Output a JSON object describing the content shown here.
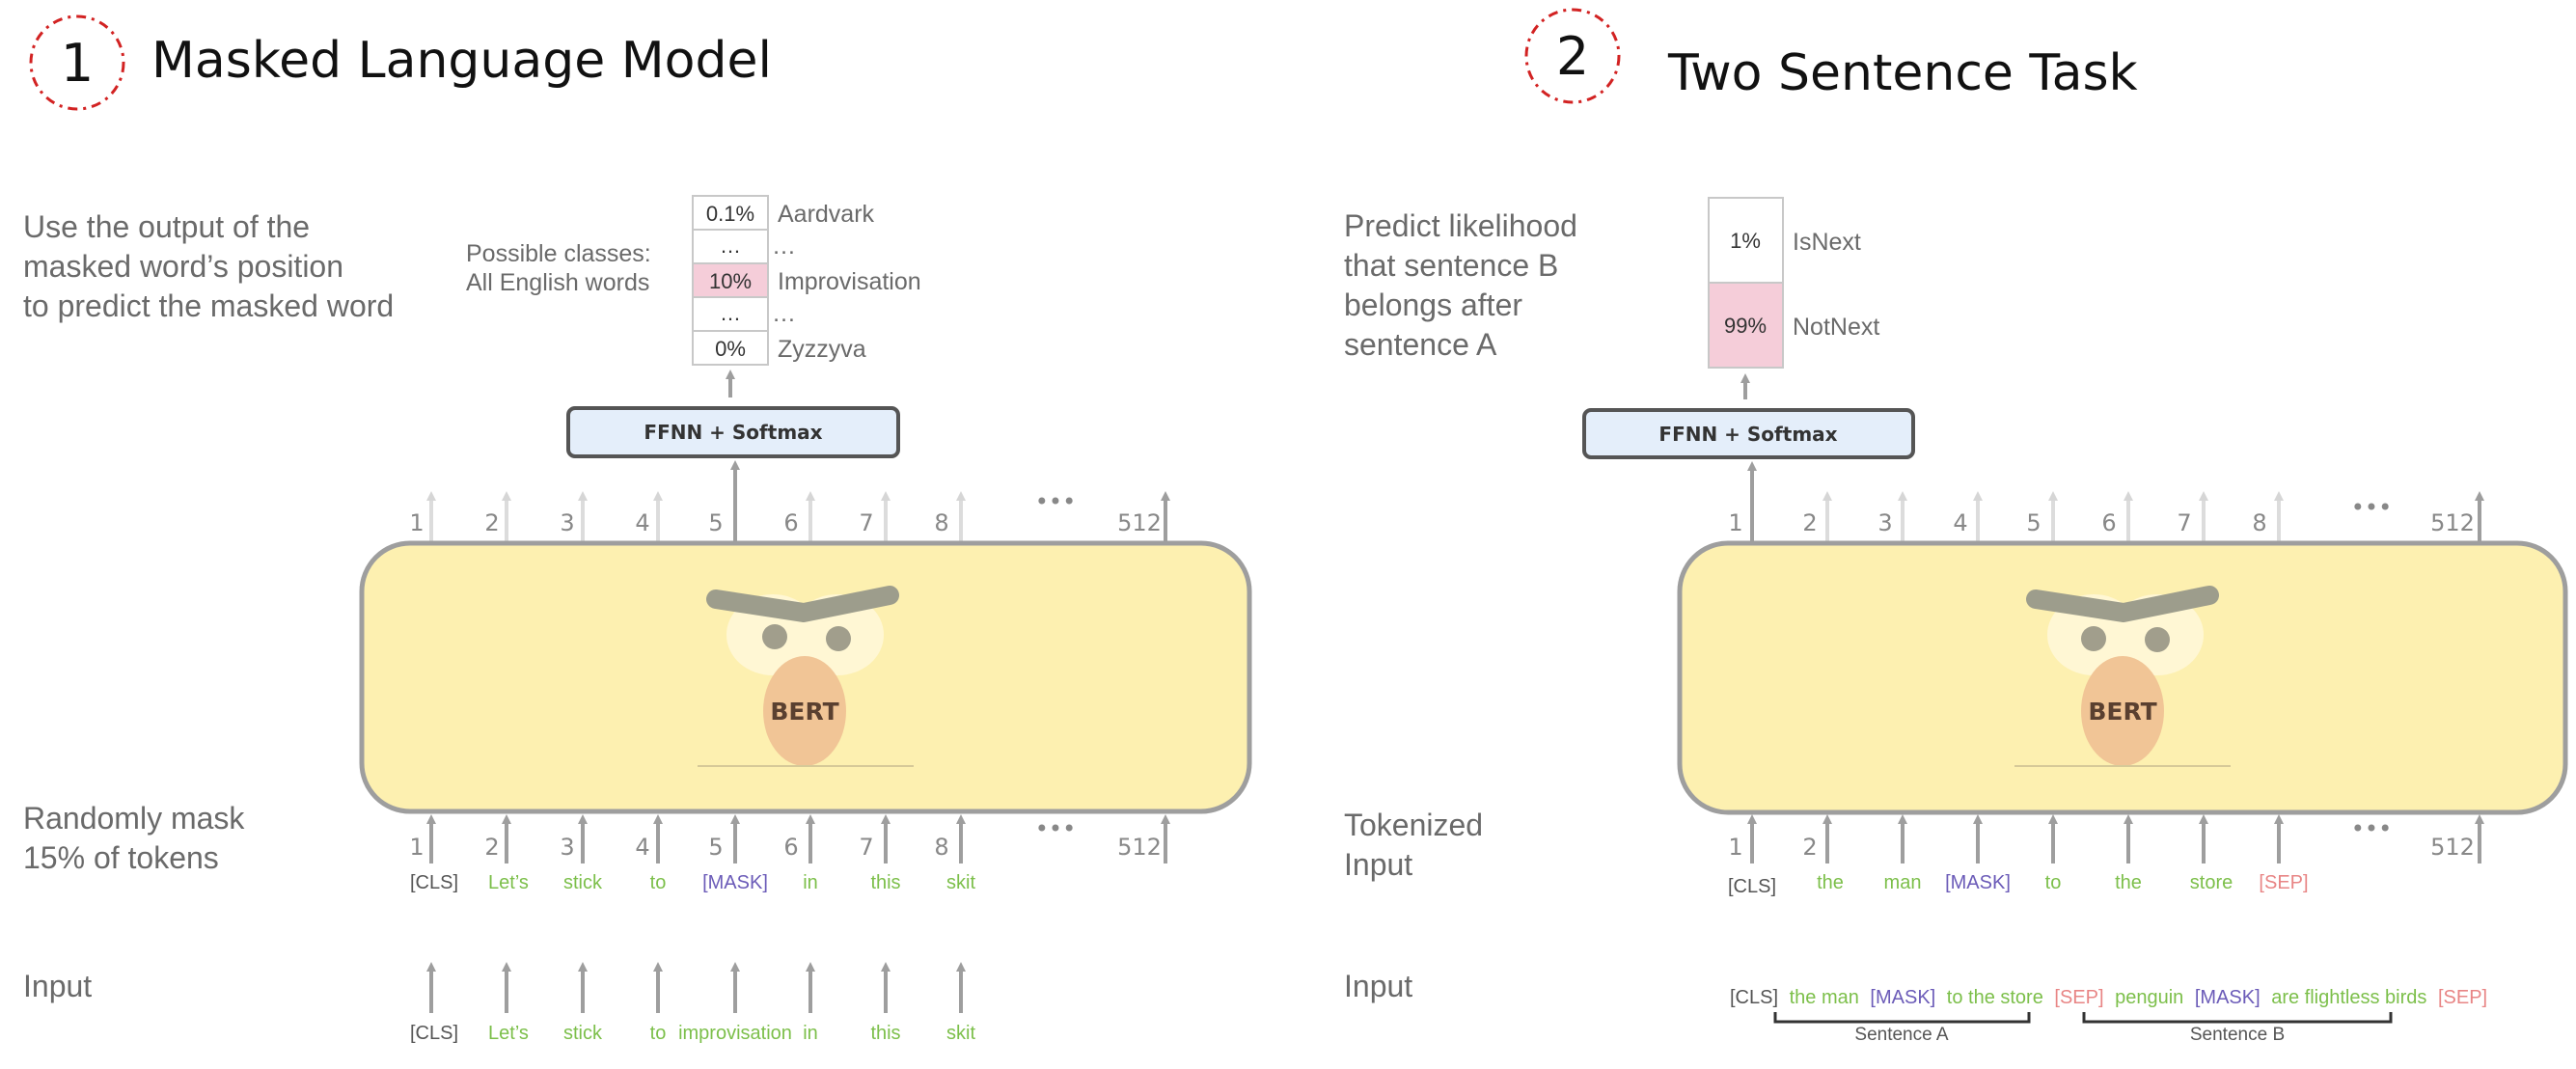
{
  "colors": {
    "token_green": "#7cbf4a",
    "mask_purple": "#6b5bb8",
    "sep_red": "#e88585",
    "bert_body": "#fdf0b0",
    "bert_outline": "#9e9e9e",
    "ffnn_fill": "#e4eefa",
    "highlight_pink": "#f5cdd9",
    "badge_red": "#d22222",
    "nose": "#f1c596"
  },
  "left": {
    "badge": "1",
    "title": "Masked Language Model",
    "desc_lines": [
      "Use the output of the",
      "masked word’s position",
      "to predict the masked word"
    ],
    "classes_lines": [
      "Possible classes:",
      "All English words"
    ],
    "probs": [
      {
        "value": "0.1%",
        "label": "Aardvark",
        "highlight": false
      },
      {
        "value": "…",
        "label": "…",
        "highlight": false
      },
      {
        "value": "10%",
        "label": "Improvisation",
        "highlight": true
      },
      {
        "value": "…",
        "label": "…",
        "highlight": false
      },
      {
        "value": "0%",
        "label": "Zyzzyva",
        "highlight": false
      }
    ],
    "ffnn": "FFNN + Softmax",
    "bert": "BERT",
    "out_positions": [
      "1",
      "2",
      "3",
      "4",
      "5",
      "6",
      "7",
      "8"
    ],
    "dots": "•••",
    "last_pos": "512",
    "mask_label": [
      "Randomly mask",
      "15% of tokens"
    ],
    "in_positions": [
      "1",
      "2",
      "3",
      "4",
      "5",
      "6",
      "7",
      "8"
    ],
    "tokens": [
      {
        "text": "[CLS]",
        "type": "cls"
      },
      {
        "text": "Let’s",
        "type": "word"
      },
      {
        "text": "stick",
        "type": "word"
      },
      {
        "text": "to",
        "type": "word"
      },
      {
        "text": "[MASK]",
        "type": "mask"
      },
      {
        "text": "in",
        "type": "word"
      },
      {
        "text": "this",
        "type": "word"
      },
      {
        "text": "skit",
        "type": "word"
      }
    ],
    "input_label": "Input",
    "input_tokens": [
      {
        "text": "[CLS]",
        "type": "cls"
      },
      {
        "text": "Let’s",
        "type": "word"
      },
      {
        "text": "stick",
        "type": "word"
      },
      {
        "text": "to",
        "type": "word"
      },
      {
        "text": "improvisation",
        "type": "word"
      },
      {
        "text": "in",
        "type": "word"
      },
      {
        "text": "this",
        "type": "word"
      },
      {
        "text": "skit",
        "type": "word"
      }
    ]
  },
  "right": {
    "badge": "2",
    "title": "Two Sentence Task",
    "desc_lines": [
      "Predict likelihood",
      "that sentence B",
      "belongs after",
      "sentence A"
    ],
    "probs": [
      {
        "value": "1%",
        "label": "IsNext",
        "highlight": false
      },
      {
        "value": "99%",
        "label": "NotNext",
        "highlight": true
      }
    ],
    "ffnn": "FFNN + Softmax",
    "bert": "BERT",
    "out_positions": [
      "1",
      "2",
      "3",
      "4",
      "5",
      "6",
      "7",
      "8"
    ],
    "dots": "•••",
    "last_pos": "512",
    "tokenized_label": [
      "Tokenized",
      "Input"
    ],
    "in_positions": [
      "1",
      "2"
    ],
    "tokens": [
      {
        "text": "[CLS]",
        "type": "cls"
      },
      {
        "text": "the",
        "type": "word"
      },
      {
        "text": "man",
        "type": "word"
      },
      {
        "text": "[MASK]",
        "type": "mask"
      },
      {
        "text": "to",
        "type": "word"
      },
      {
        "text": "the",
        "type": "word"
      },
      {
        "text": "store",
        "type": "word"
      },
      {
        "text": "[SEP]",
        "type": "sep"
      }
    ],
    "input_label": "Input",
    "sentence_segments": [
      {
        "text": "[CLS]",
        "type": "cls"
      },
      {
        "text": "the man",
        "type": "word"
      },
      {
        "text": "[MASK]",
        "type": "mask"
      },
      {
        "text": "to the store",
        "type": "word"
      },
      {
        "text": "[SEP]",
        "type": "sep"
      },
      {
        "text": "penguin",
        "type": "word"
      },
      {
        "text": "[MASK]",
        "type": "mask"
      },
      {
        "text": "are flightless birds",
        "type": "word"
      },
      {
        "text": "[SEP]",
        "type": "sep"
      }
    ],
    "sentence_a": "Sentence A",
    "sentence_b": "Sentence B"
  }
}
